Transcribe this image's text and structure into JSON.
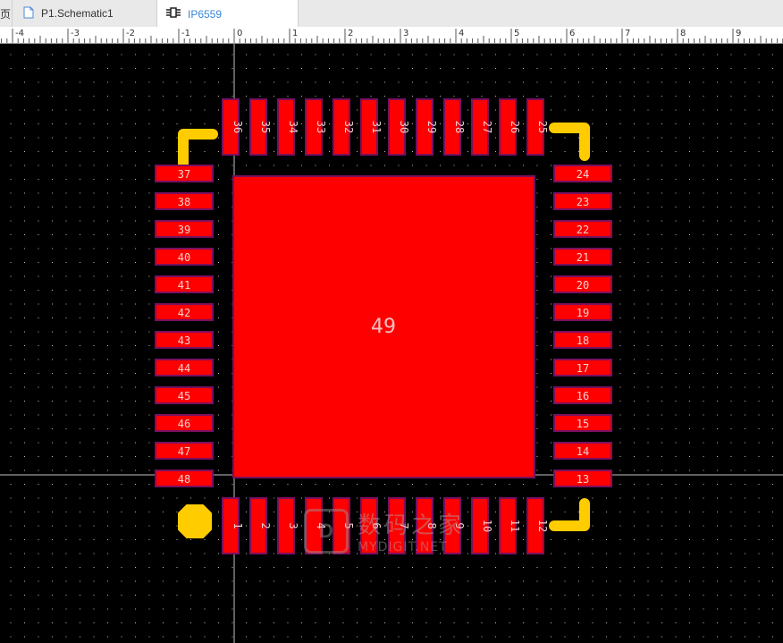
{
  "tabs": [
    {
      "label": "页",
      "active": false
    },
    {
      "label": "P1.Schematic1",
      "active": false,
      "icon": "document-icon"
    },
    {
      "label": "IP6559",
      "active": true,
      "icon": "footprint-icon"
    }
  ],
  "ruler": {
    "labels": [
      "-4",
      "-3",
      "-2",
      "-1",
      "0",
      "1",
      "2",
      "3",
      "4",
      "5",
      "6",
      "7",
      "8",
      "9"
    ]
  },
  "footprint": {
    "center_pad_label": "49",
    "top_pins": [
      "36",
      "35",
      "34",
      "33",
      "32",
      "31",
      "30",
      "29",
      "28",
      "27",
      "26",
      "25"
    ],
    "bottom_pins": [
      "1",
      "2",
      "3",
      "4",
      "5",
      "6",
      "7",
      "8",
      "9",
      "10",
      "11",
      "12"
    ],
    "left_pins": [
      "37",
      "38",
      "39",
      "40",
      "41",
      "42",
      "43",
      "44",
      "45",
      "46",
      "47",
      "48"
    ],
    "right_pins": [
      "24",
      "23",
      "22",
      "21",
      "20",
      "19",
      "18",
      "17",
      "16",
      "15",
      "14",
      "13"
    ]
  },
  "colors": {
    "pad": "#ff0000",
    "pad_outline": "#7a1060",
    "silkscreen": "#ffcc00",
    "grid_dot": "#cccccc",
    "background": "#000000",
    "active_tab": "#3a86d6"
  },
  "watermark": {
    "cn": "数码之家",
    "en": "MYDIGIT.NET",
    "logo": "D"
  }
}
